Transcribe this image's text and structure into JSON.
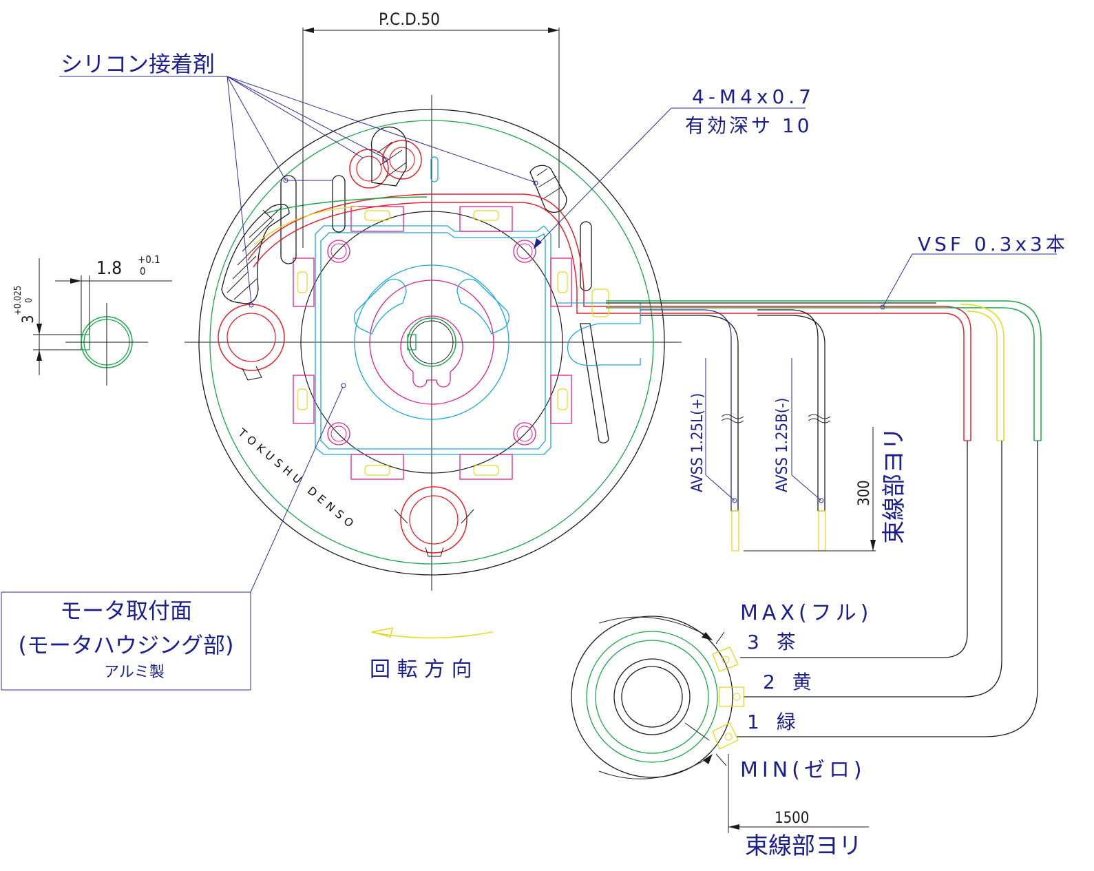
{
  "labels": {
    "pcd": "P.C.D.50",
    "silicone": "シリコン接着剤",
    "thread_line1": "4-M4x0.7",
    "thread_line2": "有効深サ 10",
    "wire_spec": "VSF 0.3x3本",
    "brand": "TOKUSHU DENSO",
    "wire_plus": "AVSS 1.25L(+)",
    "wire_minus": "AVSS 1.25B(-)",
    "len_300": "300",
    "from_bundle_1": "束線部ヨリ",
    "from_bundle_2": "束線部ヨリ",
    "len_1500": "1500",
    "max_label": "MAX(フル)",
    "min_label": "MIN(ゼロ)",
    "term3": "3 茶",
    "term2": "2 黄",
    "term1": "1 緑",
    "rotation": "回 転 方 向",
    "dim_18": "1.8",
    "tol_01_top": "+0.1",
    "tol_01_bot": "0",
    "dim_3": "3",
    "tol_025_top": "+0.025",
    "tol_025_bot": "0"
  },
  "mount_box": {
    "line1": "モータ取付面",
    "line2": "(モータハウジング部)",
    "line3": "アルミ製"
  },
  "colors": {
    "annotation": "#1a1f8c",
    "outline": "#1a1a1a",
    "red": "#e8202a",
    "green": "#19a64a",
    "cyan": "#1aa8d8",
    "magenta": "#e0208c",
    "yellow": "#e8d81a"
  }
}
